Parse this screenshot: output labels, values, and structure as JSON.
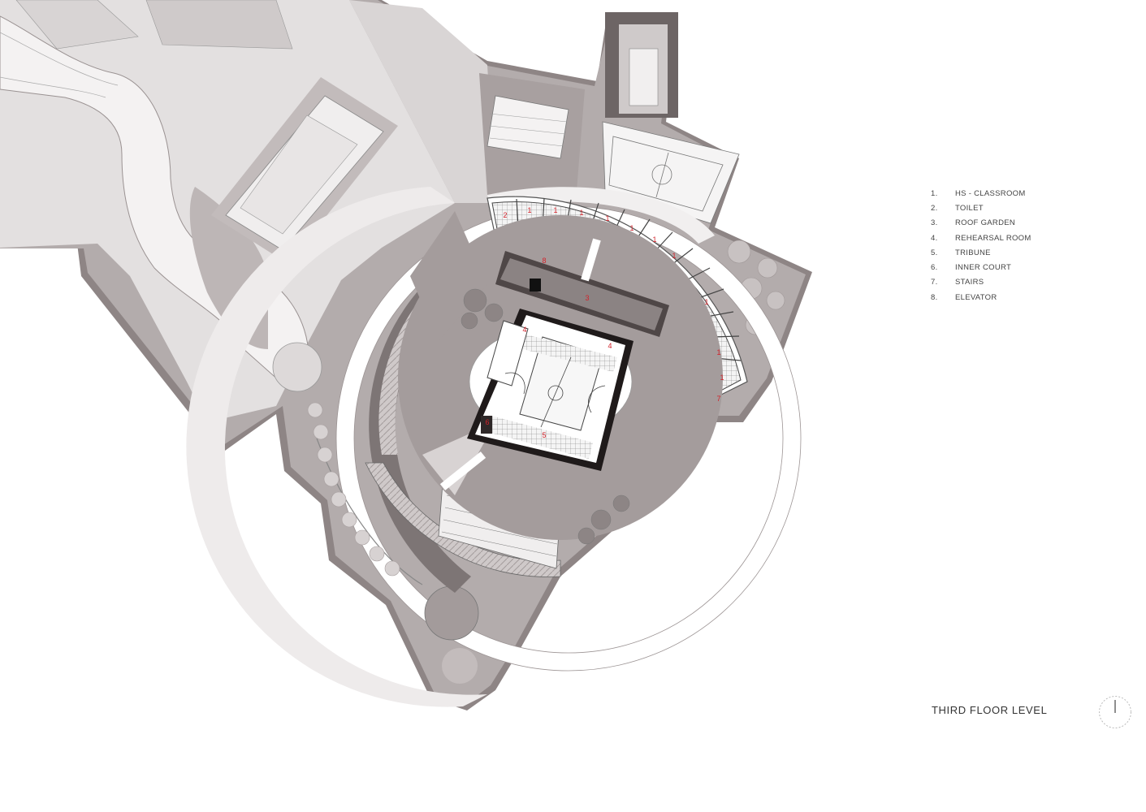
{
  "legend": {
    "items": [
      {
        "num": "1.",
        "label": "HS - CLASSROOM"
      },
      {
        "num": "2.",
        "label": "TOILET"
      },
      {
        "num": "3.",
        "label": "ROOF GARDEN"
      },
      {
        "num": "4.",
        "label": "REHEARSAL ROOM"
      },
      {
        "num": "5.",
        "label": "TRIBUNE"
      },
      {
        "num": "6.",
        "label": "INNER COURT"
      },
      {
        "num": "7.",
        "label": "STAIRS"
      },
      {
        "num": "8.",
        "label": "ELEVATOR"
      }
    ]
  },
  "title": "THIRD FLOOR LEVEL",
  "plan_labels": {
    "classroom": "1",
    "toilet": "2",
    "roof_garden": "3",
    "rehearsal": "4",
    "tribune": "5",
    "inner_court": "6",
    "stairs": "7",
    "elevator": "8"
  },
  "colors": {
    "site_dark": "#8e8585",
    "site_mid": "#b3acac",
    "site_light": "#e3e0e0",
    "paving": "#f2f0f0",
    "label_red": "#d2222a"
  }
}
